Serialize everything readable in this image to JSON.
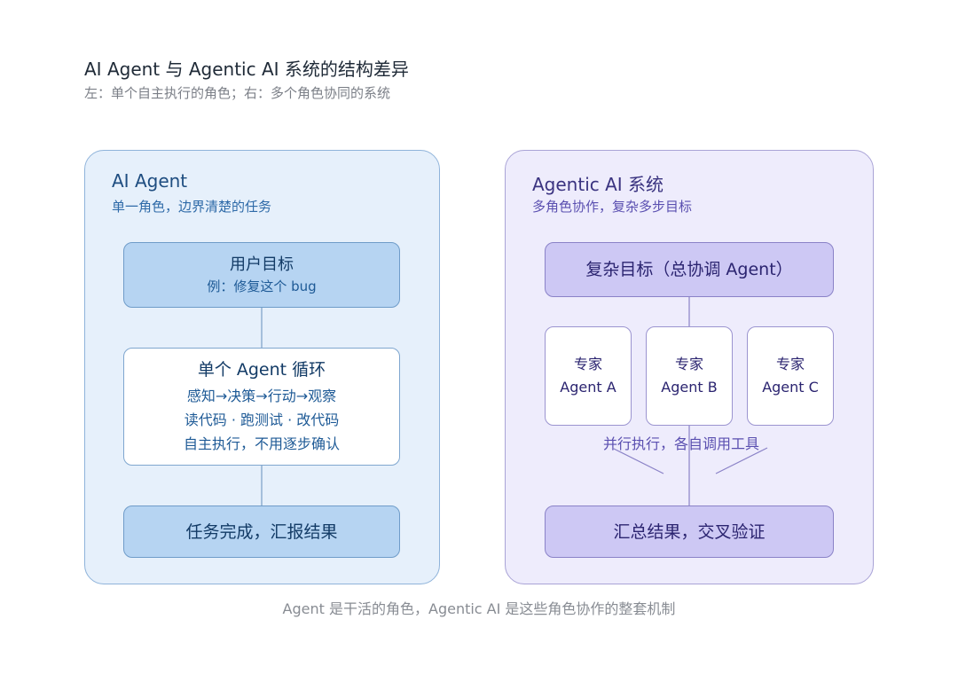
{
  "title": "AI Agent 与 Agentic AI 系统的结构差异",
  "subtitle": "左：单个自主执行的角色；右：多个角色协同的系统",
  "left": {
    "title": "AI Agent",
    "subtitle": "单一角色，边界清楚的任务",
    "goal": {
      "title": "用户目标",
      "example": "例：修复这个 bug"
    },
    "loop": {
      "title": "单个 Agent 循环",
      "lines": [
        "感知→决策→行动→观察",
        "读代码 · 跑测试 · 改代码",
        "自主执行，不用逐步确认"
      ]
    },
    "result": "任务完成，汇报结果"
  },
  "right": {
    "title": "Agentic AI 系统",
    "subtitle": "多角色协作，复杂多步目标",
    "goal": "复杂目标（总协调 Agent）",
    "experts": [
      {
        "role": "专家",
        "name": "Agent A"
      },
      {
        "role": "专家",
        "name": "Agent B"
      },
      {
        "role": "专家",
        "name": "Agent C"
      }
    ],
    "note": "并行执行，各自调用工具",
    "result": "汇总结果，交叉验证"
  },
  "footer": "Agent 是干活的角色，Agentic AI 是这些角色协作的整套机制",
  "colors": {
    "left_panel": "#e6f0fb",
    "left_box": "#b6d4f2",
    "right_panel": "#eeecfc",
    "right_box": "#cdc8f4",
    "left_line": "#7a9ec6",
    "right_line": "#8a82c7"
  }
}
